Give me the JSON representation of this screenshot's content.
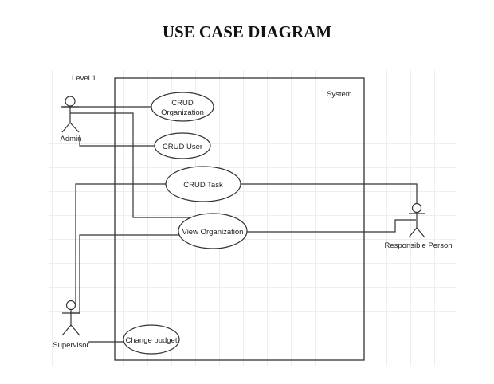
{
  "title": "USE CASE DIAGRAM",
  "level_label": "Level 1",
  "system": {
    "label": "System"
  },
  "actors": [
    {
      "id": "admin",
      "label": "Admin"
    },
    {
      "id": "supervisor",
      "label": "Supervisor"
    },
    {
      "id": "responsible-person",
      "label": "Responsible Person"
    }
  ],
  "use_cases": [
    {
      "id": "crud-organization",
      "lines": [
        "CRUD",
        "Organization"
      ]
    },
    {
      "id": "crud-user",
      "lines": [
        "CRUD User"
      ]
    },
    {
      "id": "crud-task",
      "lines": [
        "CRUD Task"
      ]
    },
    {
      "id": "view-organization",
      "lines": [
        "View Organization"
      ]
    },
    {
      "id": "change-budget",
      "lines": [
        "Change budget"
      ]
    }
  ],
  "associations": [
    {
      "actor": "admin",
      "use_case": "crud-organization"
    },
    {
      "actor": "admin",
      "use_case": "crud-user"
    },
    {
      "actor": "admin",
      "use_case": "view-organization"
    },
    {
      "actor": "supervisor",
      "use_case": "crud-task"
    },
    {
      "actor": "supervisor",
      "use_case": "view-organization"
    },
    {
      "actor": "supervisor",
      "use_case": "change-budget"
    },
    {
      "actor": "responsible-person",
      "use_case": "crud-task"
    },
    {
      "actor": "responsible-person",
      "use_case": "view-organization"
    }
  ]
}
